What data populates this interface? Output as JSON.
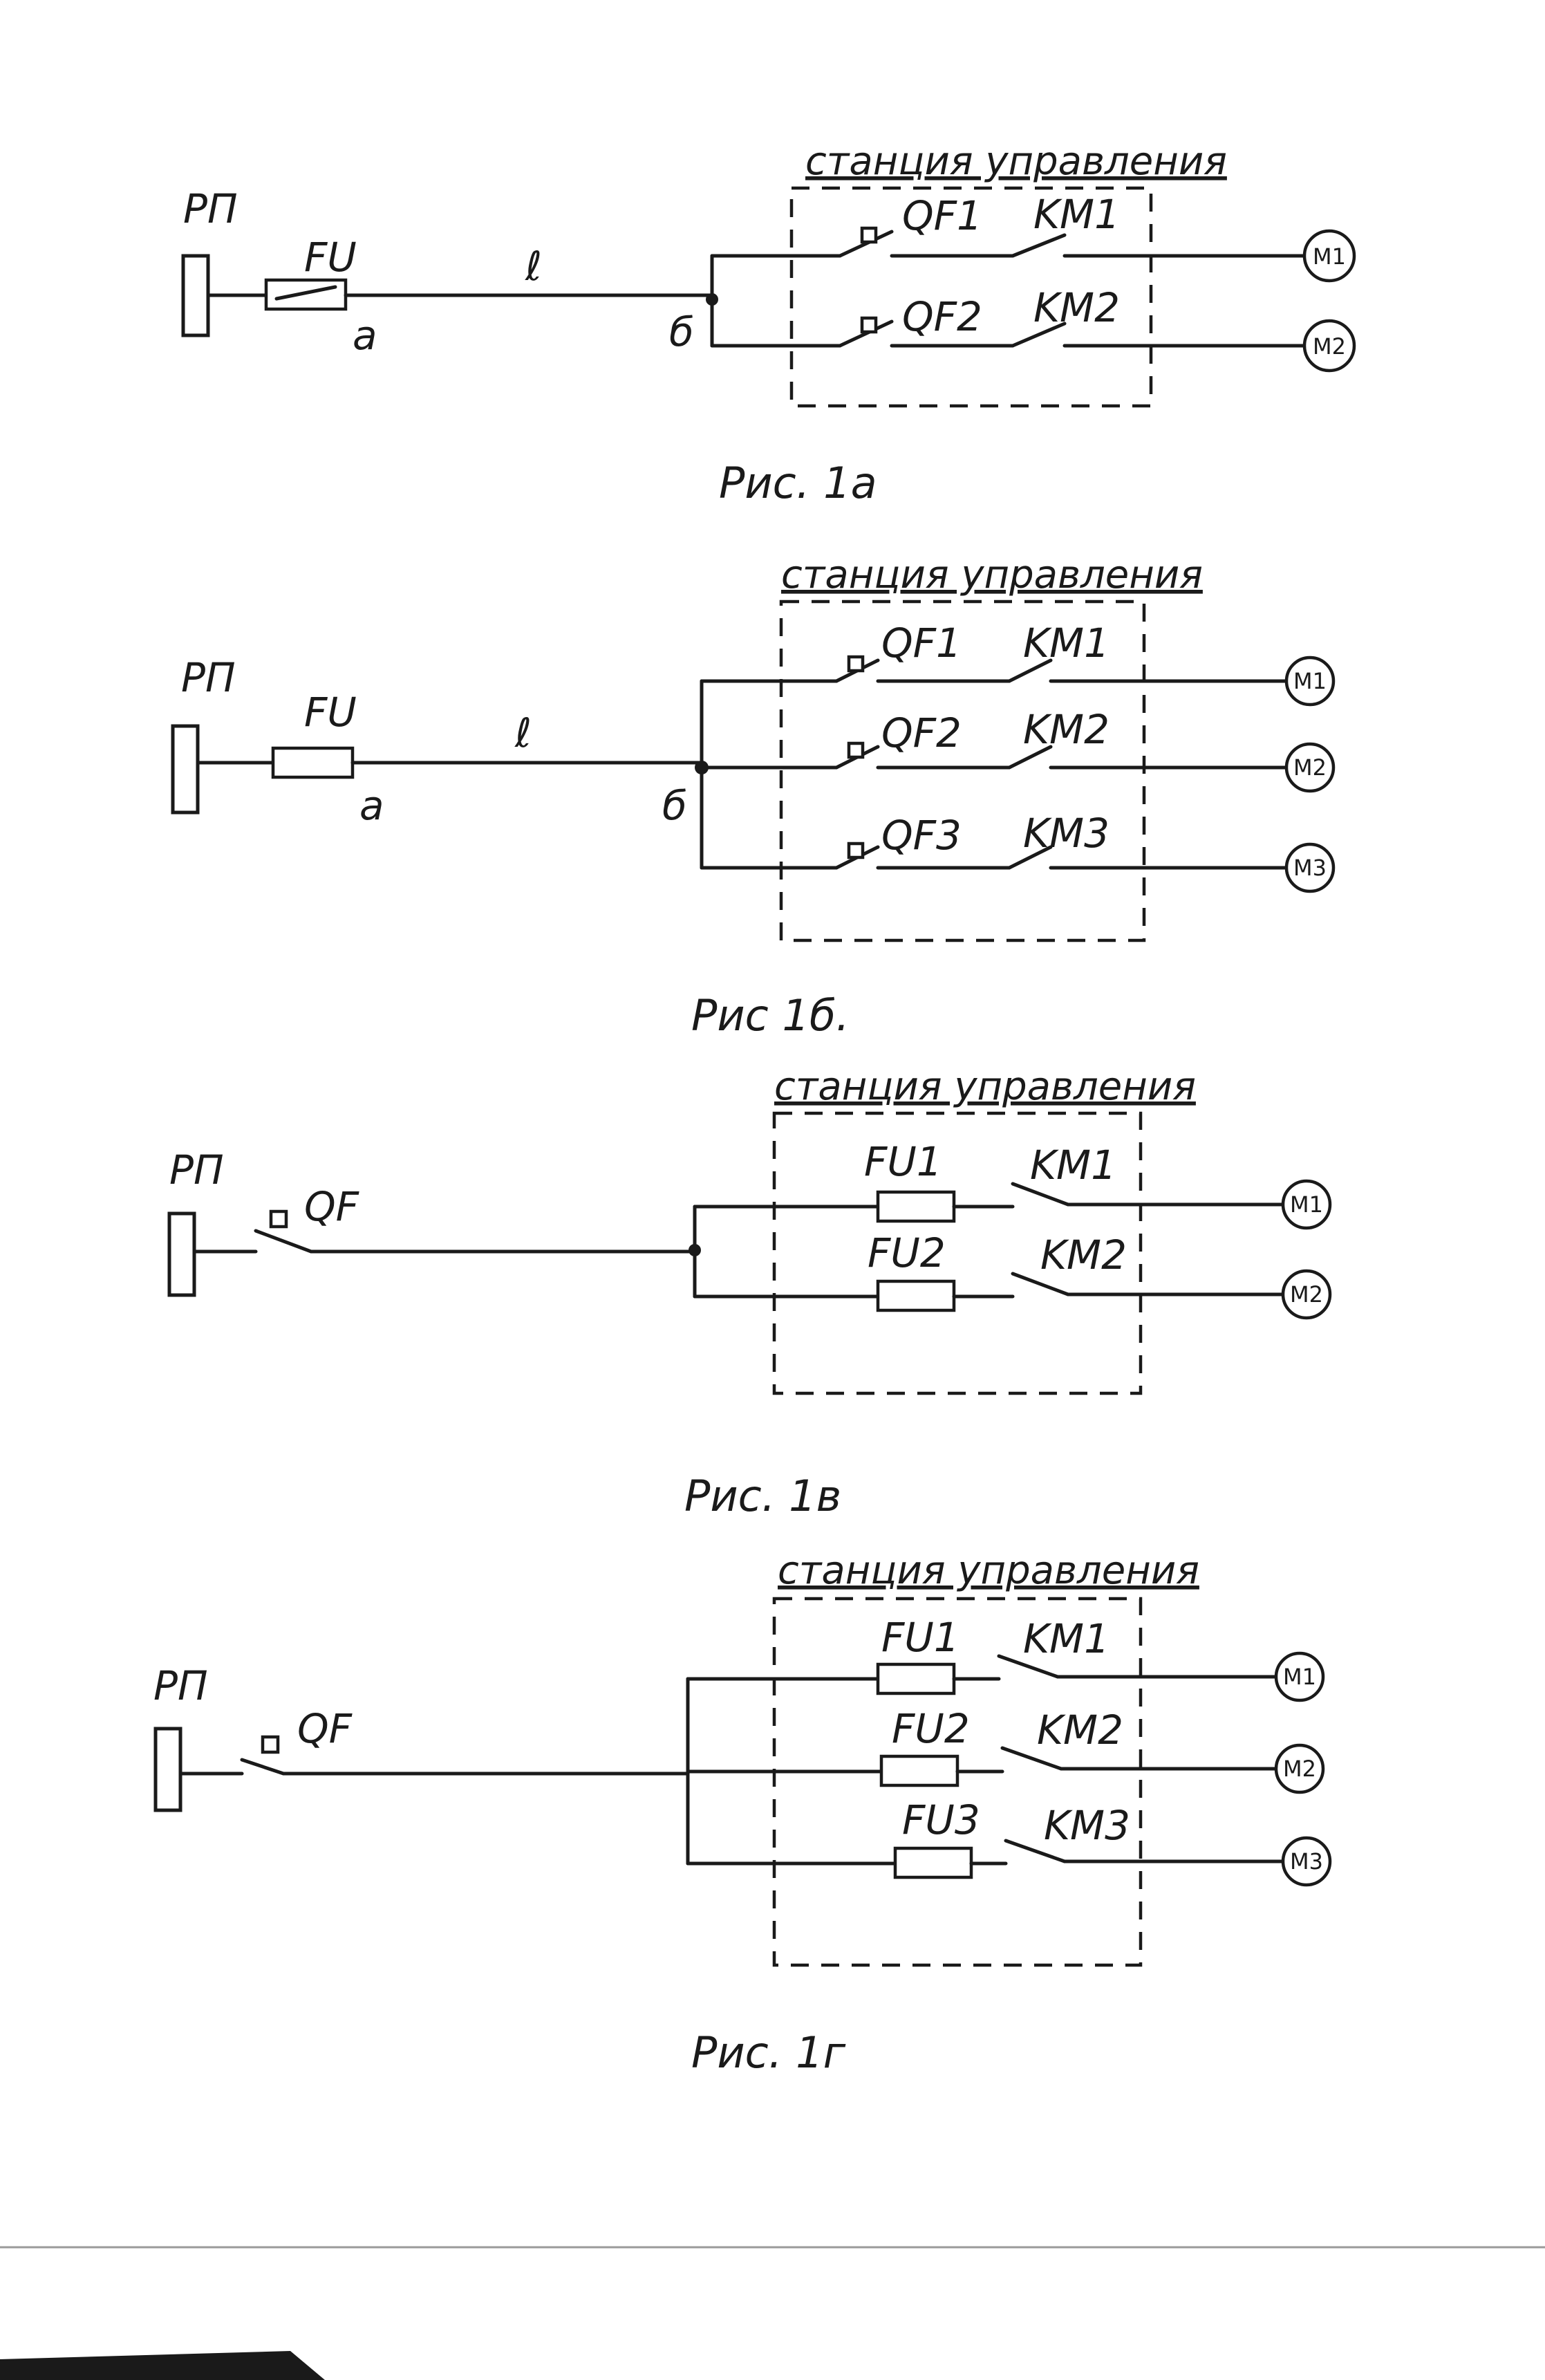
{
  "figures": [
    {
      "id": "1a",
      "caption": "Рис. 1а",
      "station_title": "станция управления",
      "panel_label": "РП",
      "fuse_label": "FU",
      "point_a": "а",
      "line_label": "ℓ",
      "point_b": "б",
      "branches": [
        {
          "breaker": "QF1",
          "contactor": "KM1",
          "motor": "M1"
        },
        {
          "breaker": "QF2",
          "contactor": "KM2",
          "motor": "M2"
        }
      ]
    },
    {
      "id": "1b",
      "caption": "Рис 1б.",
      "station_title": "станция управления",
      "panel_label": "РП",
      "fuse_label": "FU",
      "point_a": "а",
      "line_label": "ℓ",
      "point_b": "б",
      "branches": [
        {
          "breaker": "QF1",
          "contactor": "KM1",
          "motor": "M1"
        },
        {
          "breaker": "QF2",
          "contactor": "KM2",
          "motor": "M2"
        },
        {
          "breaker": "QF3",
          "contactor": "KM3",
          "motor": "M3"
        }
      ]
    },
    {
      "id": "1v",
      "caption": "Рис. 1в",
      "station_title": "станция управления",
      "panel_label": "РП",
      "breaker_label": "QF",
      "branches": [
        {
          "fuse": "FU1",
          "contactor": "KM1",
          "motor": "M1"
        },
        {
          "fuse": "FU2",
          "contactor": "KM2",
          "motor": "M2"
        }
      ]
    },
    {
      "id": "1g",
      "caption": "Рис. 1г",
      "station_title": "станция управления",
      "panel_label": "РП",
      "breaker_label": "QF",
      "branches": [
        {
          "fuse": "FU1",
          "contactor": "KM1",
          "motor": "M1"
        },
        {
          "fuse": "FU2",
          "contactor": "KM2",
          "motor": "M2"
        },
        {
          "fuse": "FU3",
          "contactor": "KM3",
          "motor": "M3"
        }
      ]
    }
  ]
}
